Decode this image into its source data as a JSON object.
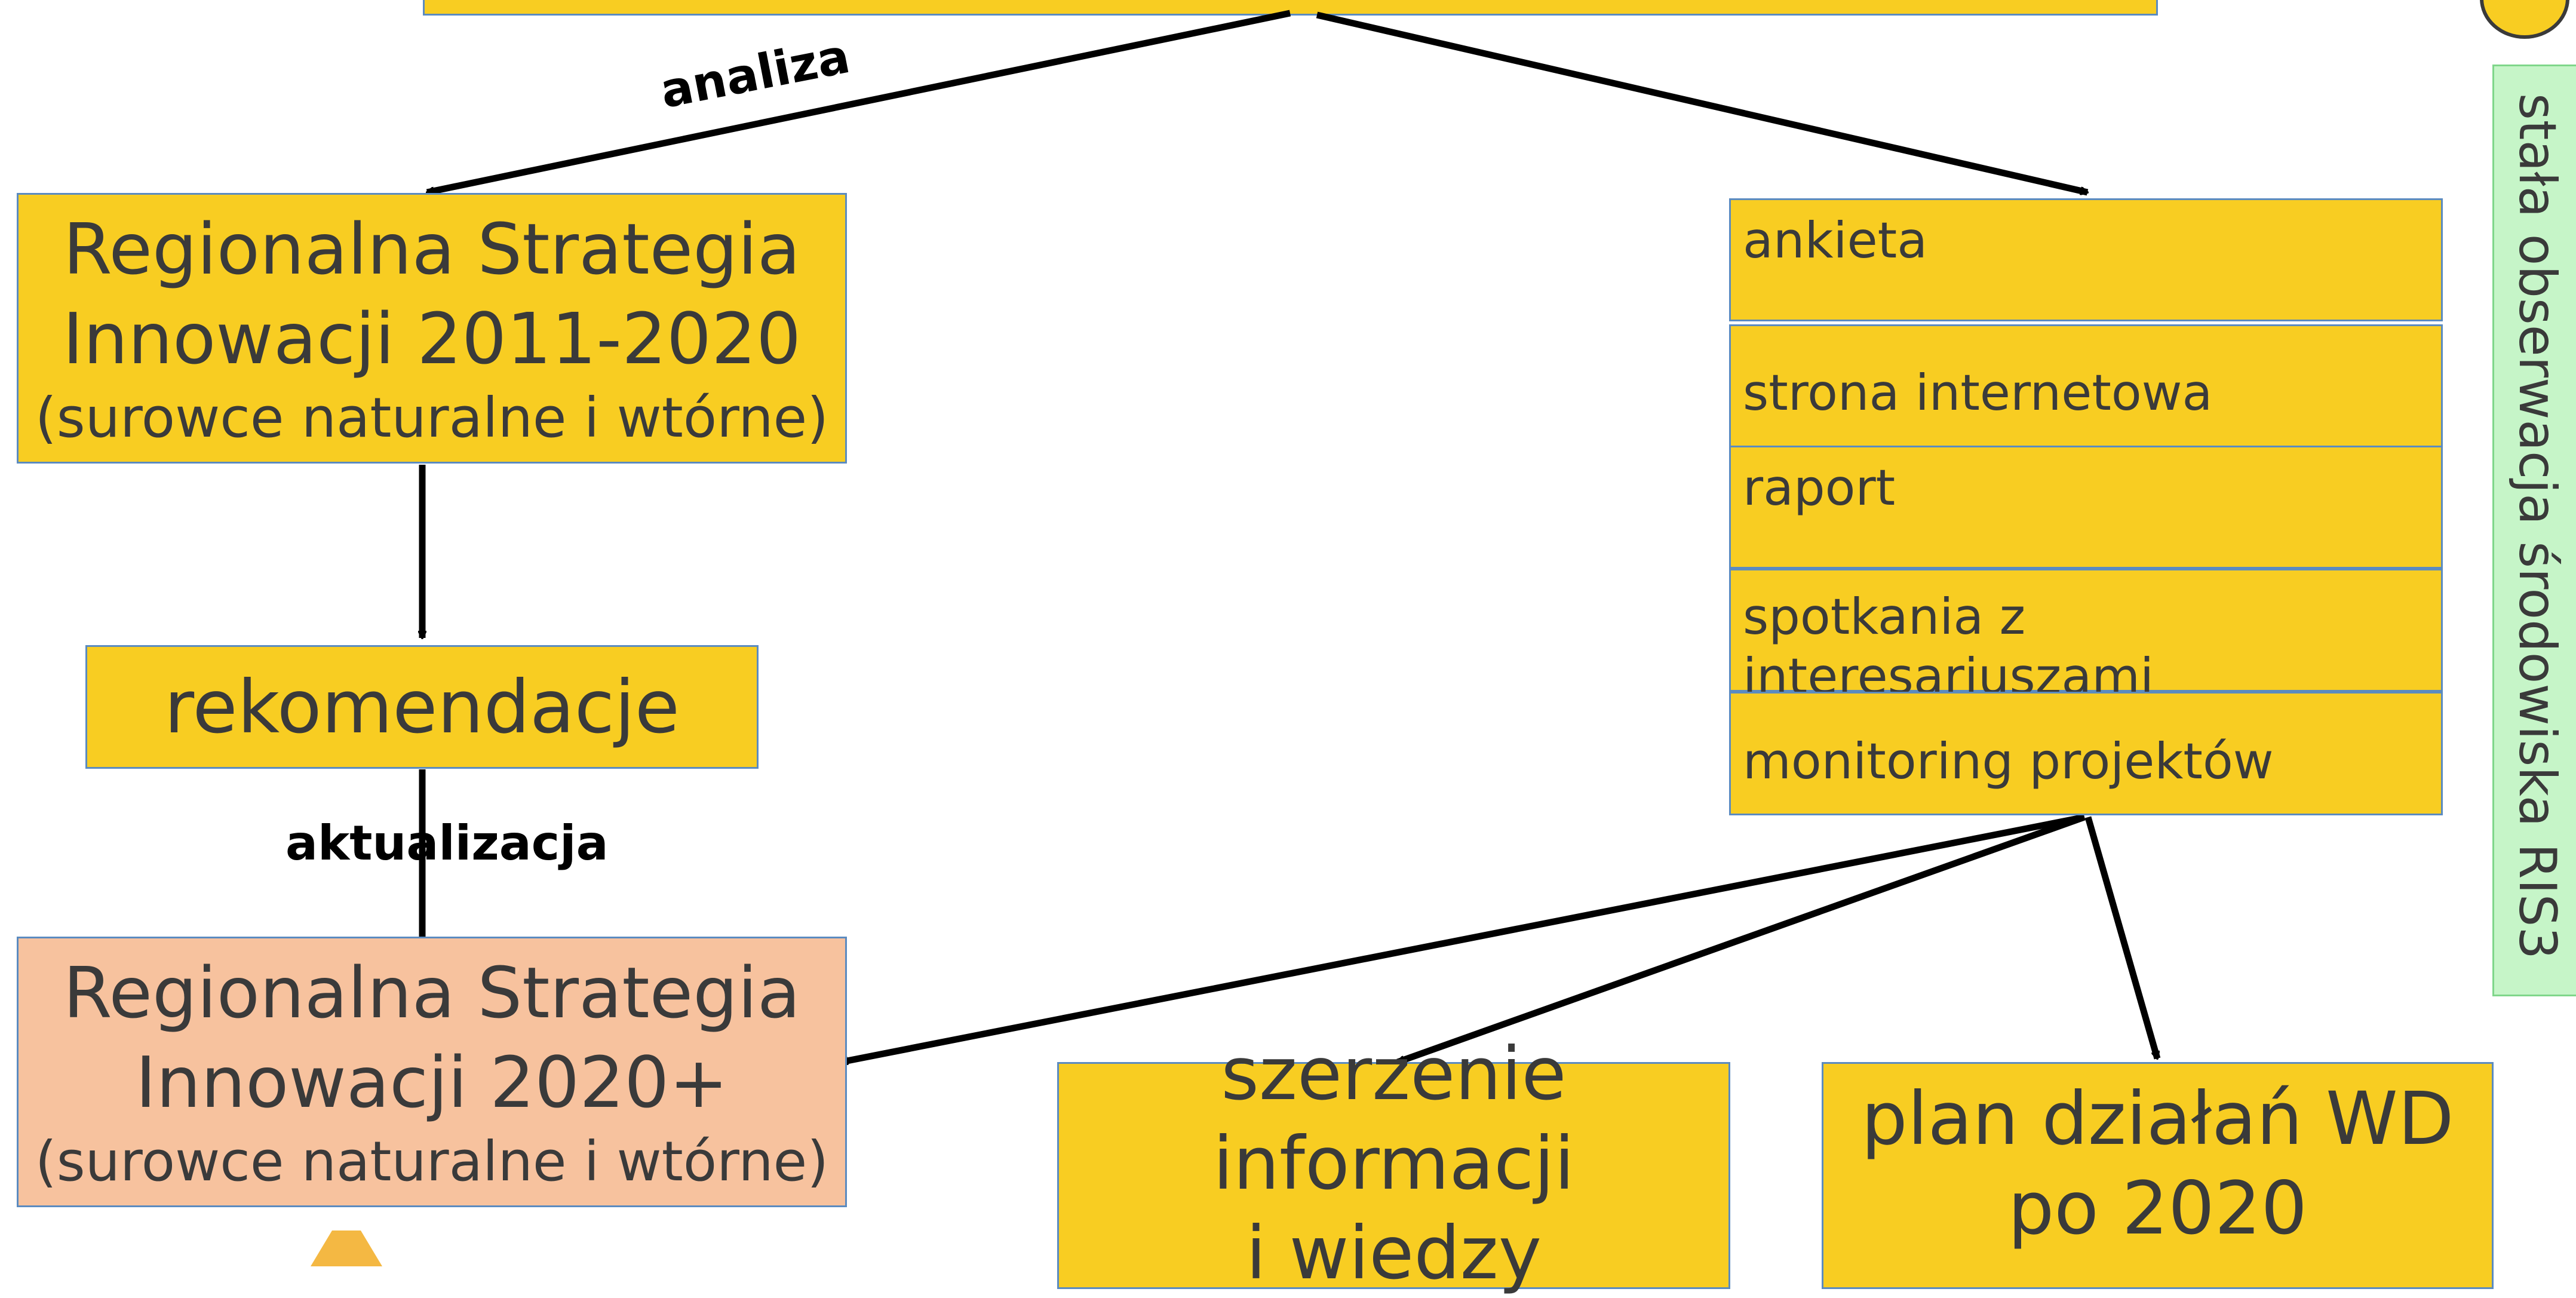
{
  "analysis_label": "analiza",
  "update_label": "aktualizacja",
  "ris_current": {
    "line1": "Regionalna Strategia",
    "line2": "Innowacji 2011-2020",
    "line3": "(surowce naturalne i wtórne)"
  },
  "recommendations": "rekomendacje",
  "ris_future": {
    "line1": "Regionalna Strategia",
    "line2": "Innowacji 2020+",
    "line3": "(surowce naturalne i wtórne)"
  },
  "tools": [
    "ankieta",
    "strona internetowa",
    "raport",
    "spotkania z interesariuszami",
    "monitoring projektów"
  ],
  "dissemination": {
    "line1": "szerzenie informacji",
    "line2": "i wiedzy"
  },
  "action_plan": {
    "line1": "plan działań WD",
    "line2": "po 2020"
  },
  "side_label": "stała obserwacja środowiska RIS3",
  "colors": {
    "yellow": "#f8cd22",
    "peach": "#f7c29e",
    "green": "#c6f5c8",
    "border": "#5b8bc0",
    "arrow": "#000000"
  }
}
